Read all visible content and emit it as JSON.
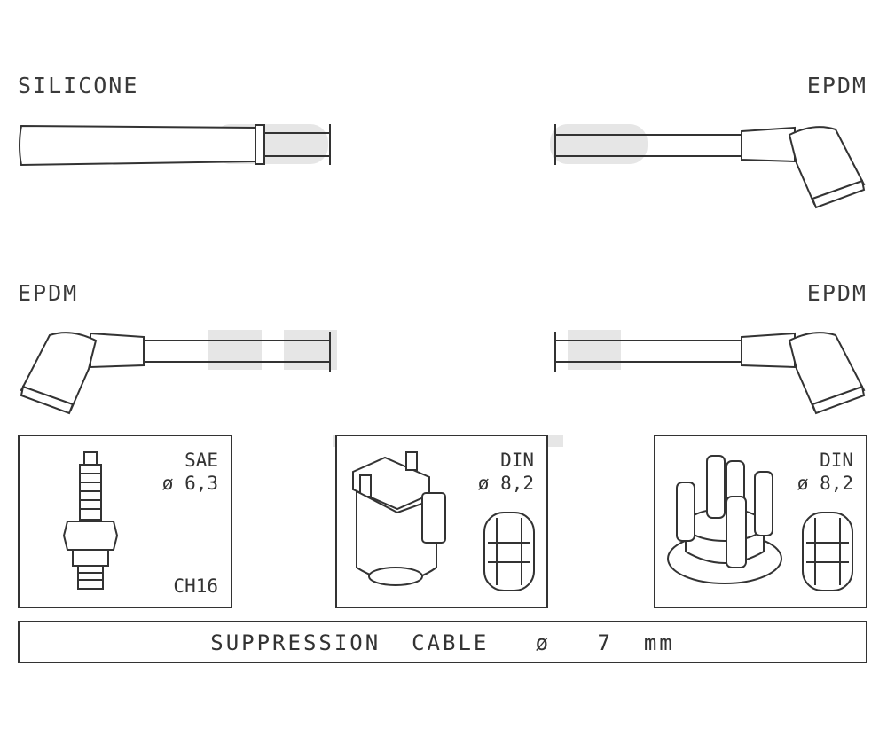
{
  "labels": {
    "top_left": "SILICONE",
    "top_right": "EPDM",
    "mid_left": "EPDM",
    "mid_right": "EPDM"
  },
  "panels": {
    "spark_plug": {
      "standard": "SAE",
      "diameter": "ø 6,3",
      "code": "CH16"
    },
    "coil": {
      "standard": "DIN",
      "diameter": "ø 8,2"
    },
    "distributor": {
      "standard": "DIN",
      "diameter": "ø 8,2"
    }
  },
  "cable": {
    "text": "SUPPRESSION  CABLE   ø   7  mm"
  },
  "colors": {
    "line": "#333333",
    "watermark": "#e6e6e6",
    "background": "#ffffff"
  },
  "icons": [
    "spark-plug-icon",
    "ignition-coil-icon",
    "distributor-cap-icon",
    "terminal-sleeve-icon"
  ]
}
